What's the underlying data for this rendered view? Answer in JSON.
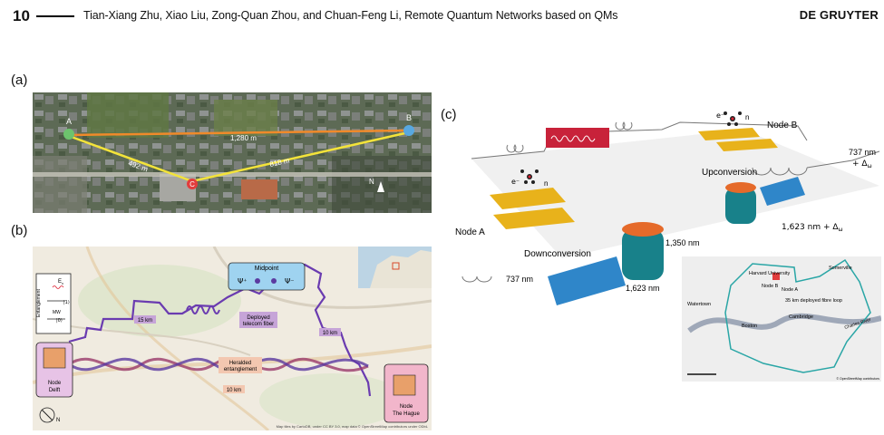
{
  "header": {
    "page_number": "10",
    "authors_title": "Tian-Xiang Zhu, Xiao Liu, Zong-Quan Zhou, and Chuan-Feng Li, Remote Quantum Networks based on QMs",
    "publisher": "DE GRUYTER"
  },
  "panel_a": {
    "label": "(a)",
    "node_a": "A",
    "node_b": "B",
    "node_c": "C",
    "dist_ab": "1,280 m",
    "dist_ac": "492 m",
    "dist_cb": "818 m",
    "north": "N"
  },
  "panel_b": {
    "label": "(b)",
    "midpoint": "Midpoint",
    "psi_plus": "Ψ⁺",
    "psi_minus": "Ψ⁻",
    "ex": "E",
    "ex_sub": "x",
    "entanglement": "Entanglement",
    "ket1": "|1⟩",
    "mw": "MW",
    "ket0": "|0⟩",
    "node_delft": [
      "Node",
      "Delft"
    ],
    "node_hague": [
      "Node",
      "The Hague"
    ],
    "dist_15": "15 km",
    "dist_10a": "10 km",
    "dist_10b": "10 km",
    "fiber": [
      "Deployed",
      "telecom fiber"
    ],
    "heralded": [
      "Heralded",
      "entanglement"
    ],
    "north": "N",
    "credit": "Map tiles by CartoDB, under CC BY 3.0, map data © OpenStreetMap contributors under ODbL"
  },
  "panel_c": {
    "label": "(c)",
    "node_a": "Node A",
    "node_b": "Node B",
    "electron": "e⁻",
    "nucleus": "n",
    "upconversion": "Upconversion",
    "downconversion": "Downconversion",
    "wl_737_top": "737 nm",
    "wl_737_top_delta": "+ Δ",
    "wl_1623_delta": "1,623 nm + Δ",
    "wl_1350": "1,350 nm",
    "wl_737": "737 nm",
    "wl_1623": "1,623 nm",
    "delta_sub": "ω",
    "map": {
      "harvard": "Harvard University",
      "somerville": "Somerville",
      "node_b": "Node B",
      "node_a": "Node A",
      "loop": "35 km deployed fibre loop",
      "watertown": "Watertown",
      "cambridge": "Cambridge",
      "boston": "Boston",
      "river": "Charles River",
      "credit": "© OpenStreetMap contributors"
    }
  },
  "colors": {
    "orange": "#f08a2a",
    "yellow": "#f3e33a",
    "purple": "#6a3bb0",
    "teal": "#2aa6a6",
    "gold": "#e8b21b"
  }
}
